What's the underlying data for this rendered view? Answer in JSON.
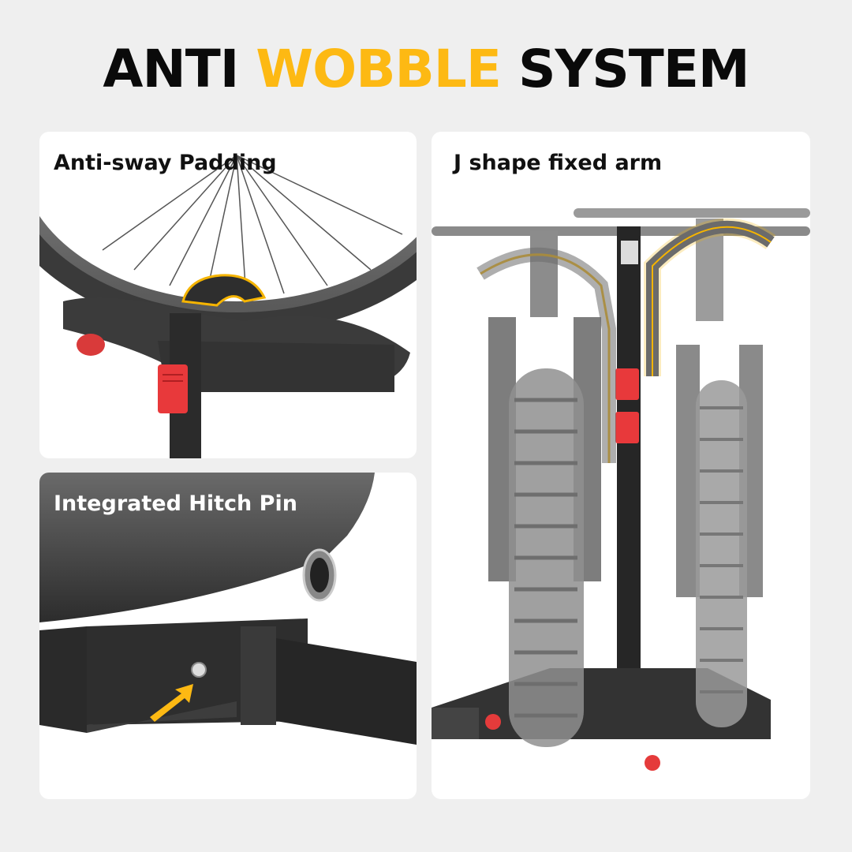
{
  "title": {
    "part1": "ANTI",
    "part2": "WOBBLE",
    "part3": "SYSTEM",
    "highlight_color": "#fdb913"
  },
  "panels": [
    {
      "label": "Anti-sway Padding",
      "image": "wheel-tray-padding-closeup"
    },
    {
      "label": "Integrated Hitch Pin",
      "image": "hitch-pin-closeup"
    },
    {
      "label": "J shape fixed arm",
      "image": "two-bikes-on-rack"
    }
  ]
}
